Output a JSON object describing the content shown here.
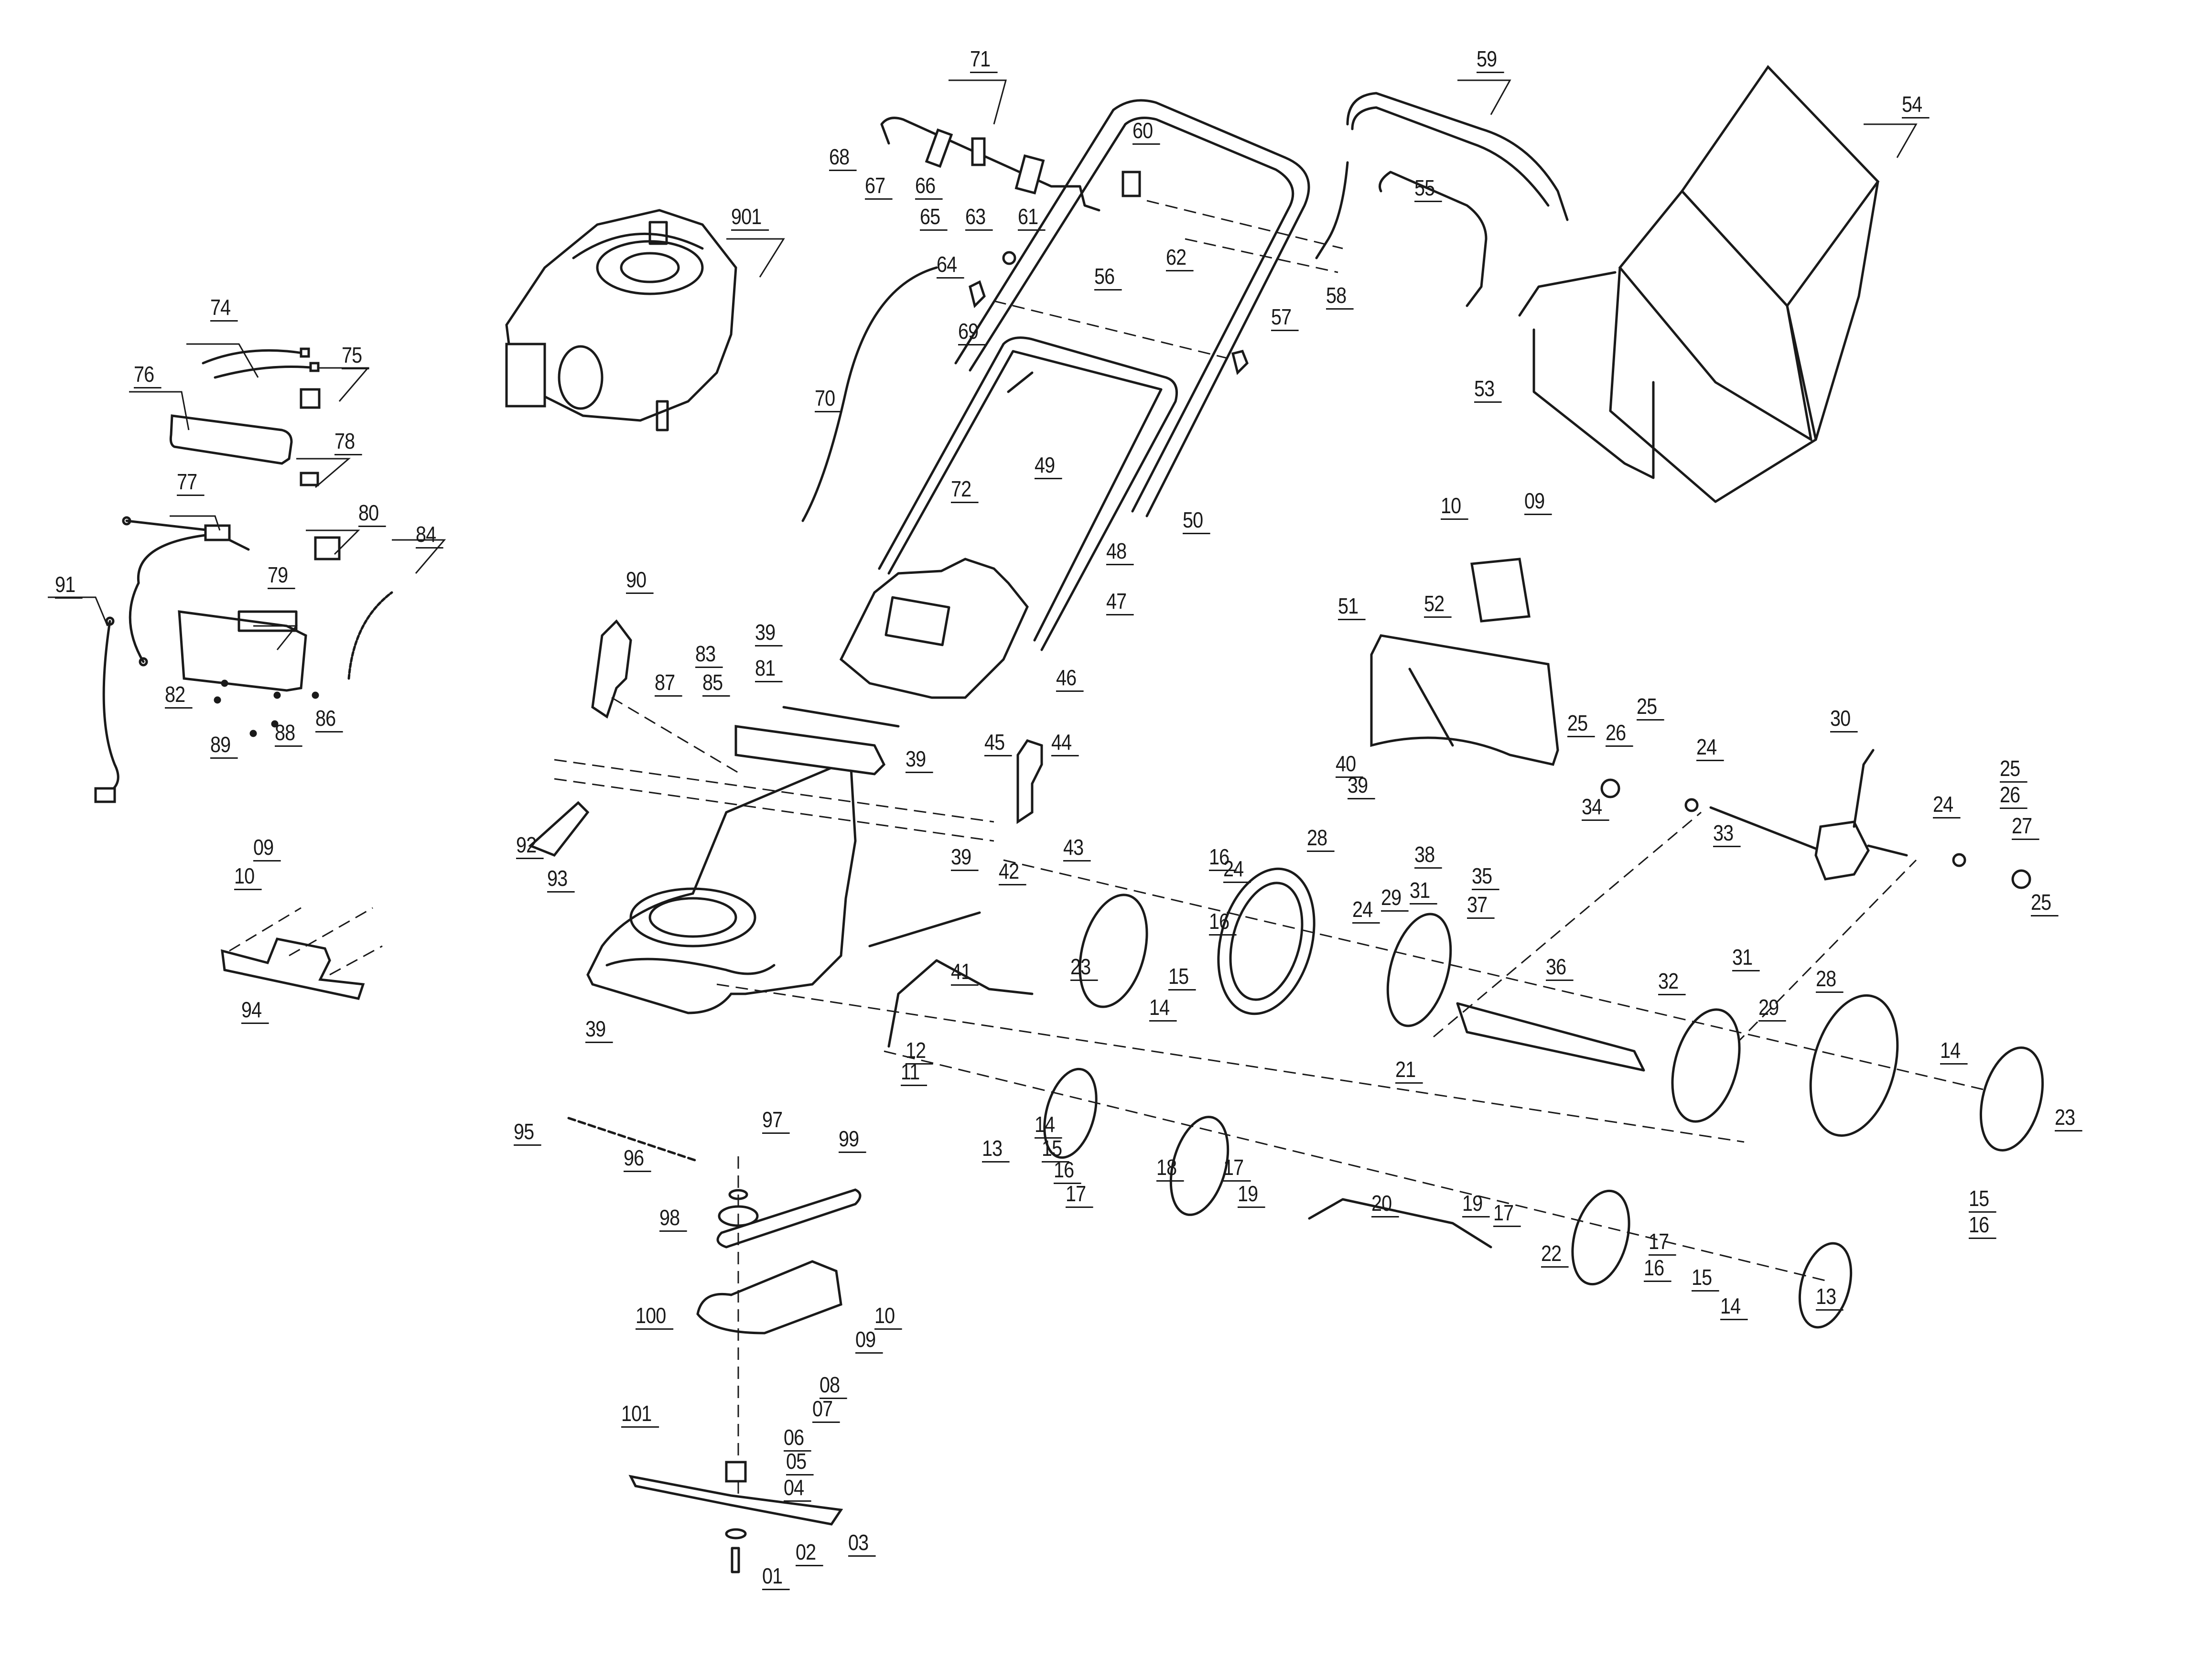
{
  "diagram": {
    "type": "exploded-parts-diagram",
    "subject": "self-propelled petrol lawn mower",
    "callouts": {
      "c01": "01",
      "c02": "02",
      "c03": "03",
      "c04": "04",
      "c05": "05",
      "c06": "06",
      "c07": "07",
      "c08": "08",
      "c09a": "09",
      "c09b": "09",
      "c09c": "09",
      "c10a": "10",
      "c10b": "10",
      "c10c": "10",
      "c11": "11",
      "c12": "12",
      "c13a": "13",
      "c13b": "13",
      "c14a": "14",
      "c14b": "14",
      "c14c": "14",
      "c14d": "14",
      "c15a": "15",
      "c15b": "15",
      "c15c": "15",
      "c15d": "15",
      "c16a": "16",
      "c16b": "16",
      "c16c": "16",
      "c16d": "16",
      "c17a": "17",
      "c17b": "17",
      "c17c": "17",
      "c17d": "17",
      "c18": "18",
      "c19a": "19",
      "c19b": "19",
      "c20": "20",
      "c21": "21",
      "c22": "22",
      "c23a": "23",
      "c23b": "23",
      "c24a": "24",
      "c24b": "24",
      "c24c": "24",
      "c24d": "24",
      "c25a": "25",
      "c25b": "25",
      "c25c": "25",
      "c25d": "25",
      "c26a": "26",
      "c26b": "26",
      "c27": "27",
      "c28a": "28",
      "c28b": "28",
      "c29a": "29",
      "c29b": "29",
      "c30": "30",
      "c31a": "31",
      "c31b": "31",
      "c32": "32",
      "c33": "33",
      "c34": "34",
      "c35": "35",
      "c36": "36",
      "c37": "37",
      "c38": "38",
      "c39a": "39",
      "c39b": "39",
      "c39c": "39",
      "c39d": "39",
      "c39e": "39",
      "c40": "40",
      "c41": "41",
      "c42": "42",
      "c43": "43",
      "c44": "44",
      "c45": "45",
      "c46": "46",
      "c47": "47",
      "c48": "48",
      "c49": "49",
      "c50": "50",
      "c51": "51",
      "c52": "52",
      "c53": "53",
      "c54": "54",
      "c55": "55",
      "c56": "56",
      "c57": "57",
      "c58": "58",
      "c59": "59",
      "c60": "60",
      "c61": "61",
      "c62": "62",
      "c63": "63",
      "c64": "64",
      "c65": "65",
      "c66": "66",
      "c67": "67",
      "c68": "68",
      "c69": "69",
      "c70": "70",
      "c71": "71",
      "c72": "72",
      "c74": "74",
      "c75": "75",
      "c76": "76",
      "c77": "77",
      "c78": "78",
      "c79": "79",
      "c80": "80",
      "c81": "81",
      "c82": "82",
      "c83": "83",
      "c84": "84",
      "c85": "85",
      "c86": "86",
      "c87": "87",
      "c88": "88",
      "c89": "89",
      "c90": "90",
      "c91": "91",
      "c92": "92",
      "c93": "93",
      "c94": "94",
      "c95": "95",
      "c96": "96",
      "c97": "97",
      "c98": "98",
      "c99": "99",
      "c100": "100",
      "c101": "101",
      "c901": "901"
    },
    "assemblies": [
      {
        "name": "engine",
        "parts": [
          "901"
        ]
      },
      {
        "name": "electric-start",
        "parts": [
          "74",
          "75",
          "76",
          "77",
          "78",
          "79",
          "80",
          "82",
          "84",
          "86",
          "88",
          "89",
          "91"
        ]
      },
      {
        "name": "upper-handle",
        "parts": [
          "55",
          "56",
          "57",
          "58",
          "59",
          "60",
          "61",
          "62",
          "63",
          "64",
          "65",
          "66",
          "67",
          "68",
          "69",
          "70",
          "71"
        ]
      },
      {
        "name": "lower-handle",
        "parts": [
          "47",
          "48",
          "49",
          "50",
          "72"
        ]
      },
      {
        "name": "grass-bag",
        "parts": [
          "53",
          "54"
        ]
      },
      {
        "name": "deck-and-flaps",
        "parts": [
          "39",
          "40",
          "43",
          "44",
          "45",
          "46",
          "51",
          "52",
          "81",
          "83",
          "85",
          "87",
          "90",
          "92",
          "93",
          "94"
        ]
      },
      {
        "name": "height-adjust",
        "parts": [
          "41",
          "42",
          "11",
          "12"
        ]
      },
      {
        "name": "drive-and-rear-axle",
        "parts": [
          "24",
          "25",
          "26",
          "27",
          "29",
          "30",
          "31",
          "32",
          "33",
          "34",
          "35",
          "36",
          "37",
          "38"
        ]
      },
      {
        "name": "wheels",
        "parts": [
          "13",
          "14",
          "15",
          "16",
          "17",
          "18",
          "19",
          "20",
          "21",
          "22",
          "23",
          "28"
        ]
      },
      {
        "name": "belt-and-blade",
        "parts": [
          "01",
          "02",
          "03",
          "04",
          "05",
          "06",
          "07",
          "08",
          "09",
          "10",
          "95",
          "96",
          "97",
          "98",
          "99",
          "100",
          "101"
        ]
      }
    ]
  }
}
